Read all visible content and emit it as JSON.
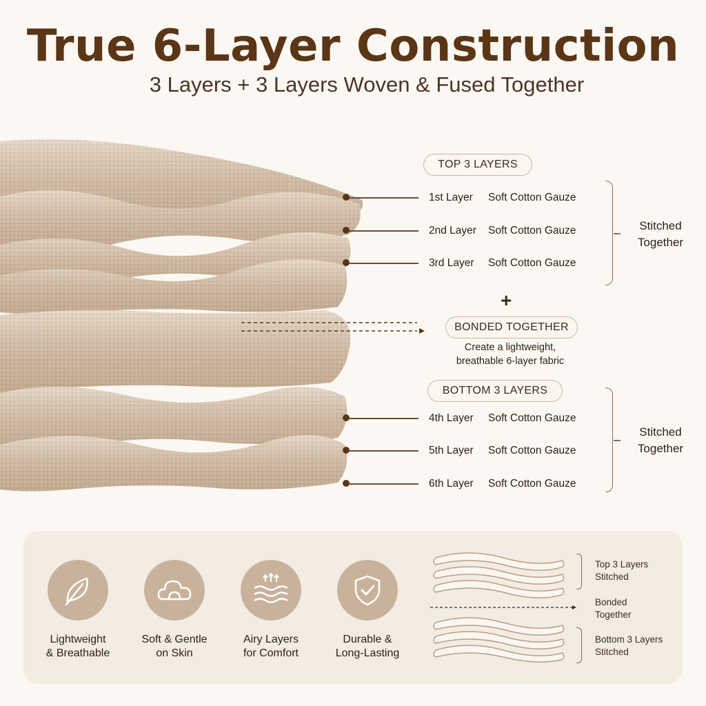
{
  "header": {
    "title": "True 6-Layer Construction",
    "subtitle": "3 Layers + 3 Layers Woven & Fused Together"
  },
  "top_group": {
    "pill": "TOP 3 LAYERS",
    "layers": [
      {
        "ordinal": "1st Layer",
        "material": "Soft Cotton Gauze"
      },
      {
        "ordinal": "2nd Layer",
        "material": "Soft Cotton Gauze"
      },
      {
        "ordinal": "3rd Layer",
        "material": "Soft Cotton Gauze"
      }
    ],
    "bracket_label_1": "Stitched",
    "bracket_label_2": "Together"
  },
  "plus": "+",
  "bonded": {
    "pill": "BONDED TOGETHER",
    "desc_1": "Create a lightweight,",
    "desc_2": "breathable 6-layer fabric"
  },
  "bottom_group": {
    "pill": "BOTTOM 3 LAYERS",
    "layers": [
      {
        "ordinal": "4th Layer",
        "material": "Soft Cotton Gauze"
      },
      {
        "ordinal": "5th Layer",
        "material": "Soft Cotton Gauze"
      },
      {
        "ordinal": "6th Layer",
        "material": "Soft Cotton Gauze"
      }
    ],
    "bracket_label_1": "Stitched",
    "bracket_label_2": "Together"
  },
  "features": [
    {
      "icon": "leaf-icon",
      "line1": "Lightweight",
      "line2": "& Breathable"
    },
    {
      "icon": "cloud-icon",
      "line1": "Soft & Gentle",
      "line2": "on Skin"
    },
    {
      "icon": "airflow-icon",
      "line1": "Airy Layers",
      "line2": "for Comfort"
    },
    {
      "icon": "shield-check-icon",
      "line1": "Durable &",
      "line2": "Long-Lasting"
    }
  ],
  "diagram": {
    "top_1": "Top 3 Layers",
    "top_2": "Stitched",
    "mid_1": "Bonded",
    "mid_2": "Together",
    "bot_1": "Bottom 3 Layers",
    "bot_2": "Stitched"
  },
  "colors": {
    "title": "#5a3516",
    "fabric": "#dcc7b0",
    "icon_circle": "#c9b29c",
    "panel": "#f3ece3"
  }
}
